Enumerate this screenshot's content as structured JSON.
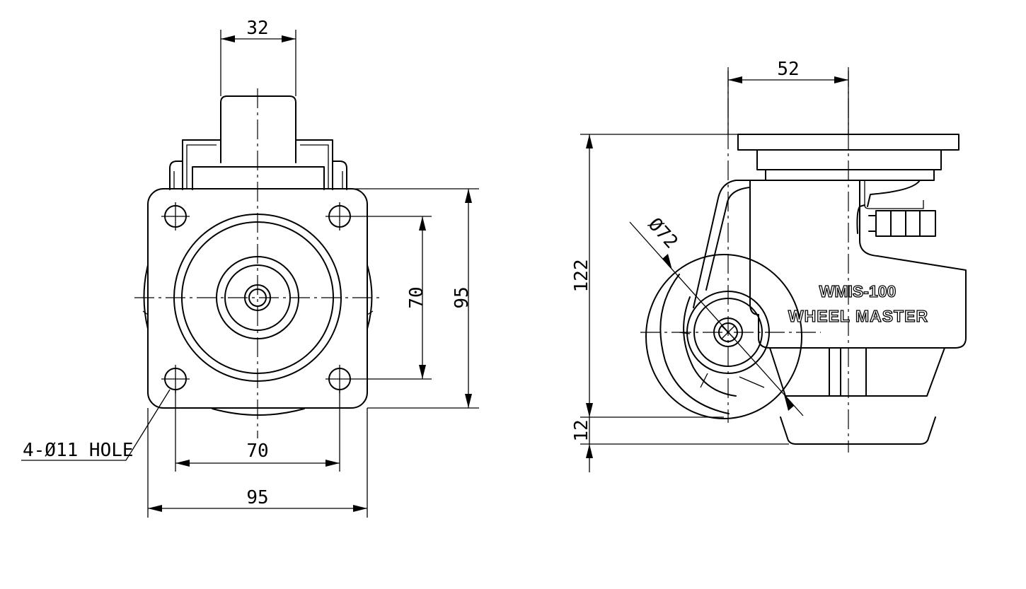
{
  "front_view": {
    "dimensions": {
      "stem_width": "32",
      "bolt_spacing_vertical": "70",
      "plate_height": "95",
      "bolt_spacing_horizontal": "70",
      "plate_width": "95"
    },
    "hole_note": "4-Ø11 HOLE"
  },
  "side_view": {
    "dimensions": {
      "offset": "52",
      "height": "122",
      "wheel_diameter": "Ø72",
      "lift": "12"
    },
    "model": "WMIS-100",
    "brand": "WHEEL MASTER"
  }
}
